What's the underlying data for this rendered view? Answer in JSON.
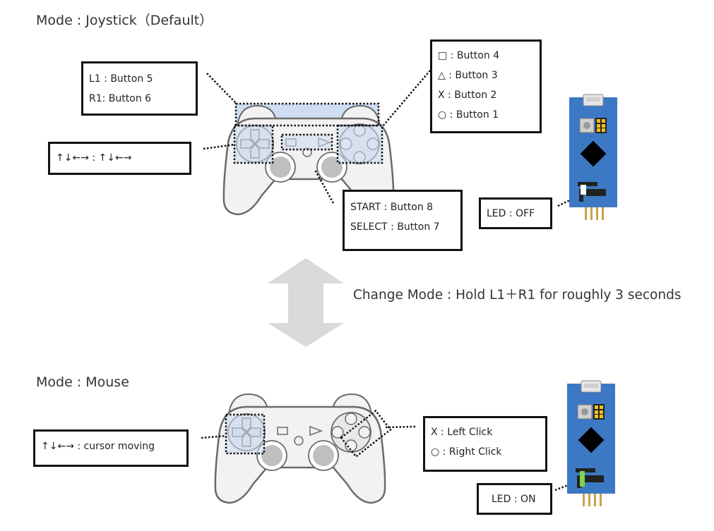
{
  "top": {
    "title": "Mode : Joystick（Default）",
    "shoulder_lines": [
      "L1 : Button 5",
      "R1:  Button 6"
    ],
    "dpad_line": "↑↓←→ : ↑↓←→",
    "face_lines": [
      "□ : Button 4",
      "△ : Button 3",
      "X : Button  2",
      "○ : Button  1"
    ],
    "start_select_lines": [
      "START  : Button 8",
      "SELECT : Button 7"
    ],
    "led": "LED : OFF"
  },
  "change_mode": "Change Mode : Hold L1＋R1 for roughly 3 seconds",
  "bottom": {
    "title": "Mode : Mouse",
    "dpad_line": "↑↓←→ : cursor moving",
    "face_lines": [
      "X : Left Click",
      "○ : Right Click"
    ],
    "led": "LED : ON"
  },
  "colors": {
    "board": "#3d78c4",
    "highlight": "#c9d9ef",
    "controller_fill": "#f2f2f2",
    "controller_stroke": "#6a6a6a",
    "stick": "#bfbfbf",
    "arrow": "#d9d9d9",
    "led_on": "#7dd44a",
    "jumper": "#f2c21a"
  },
  "icons": {
    "controller": "gamepad-icon",
    "board": "microcontroller-board-icon",
    "mode_arrow": "double-arrow-icon"
  }
}
